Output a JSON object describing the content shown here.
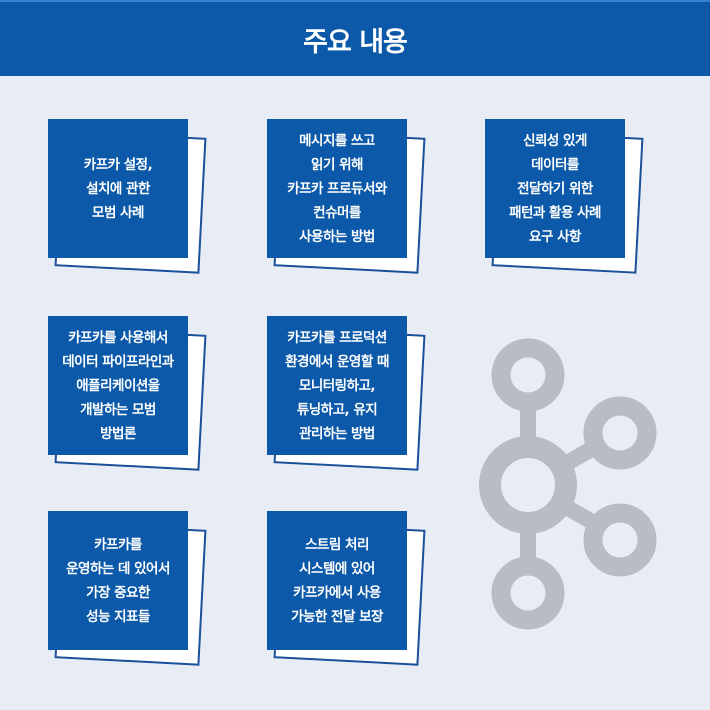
{
  "header": {
    "title": "주요 내용"
  },
  "cards": [
    {
      "text": "카프카 설정,\n설치에 관한\n모범 사례"
    },
    {
      "text": "메시지를 쓰고\n읽기 위해\n카프카 프로듀서와\n컨슈머를\n사용하는 방법"
    },
    {
      "text": "신뢰성 있게\n데이터를\n전달하기 위한\n패턴과 활용 사례\n요구 사항"
    },
    {
      "text": "카프카를 사용해서\n데이터 파이프라인과\n애플리케이션을\n개발하는 모범\n방법론"
    },
    {
      "text": "카프카를 프로덕션\n환경에서 운영할 때\n모니터링하고,\n튜닝하고, 유지\n관리하는 방법"
    },
    {
      "text": "카프카를\n운영하는 데 있어서\n가장 중요한\n성능 지표들"
    },
    {
      "text": "스트림 처리\n시스템에 있어\n카프카에서 사용\n가능한 전달 보장"
    }
  ],
  "logo": {
    "icon": "kafka-logo-icon",
    "color": "#b9bcc6"
  },
  "colors": {
    "primary": "#0b59a8",
    "background": "#e8ecf5",
    "paper_border": "#1a4f9a"
  }
}
